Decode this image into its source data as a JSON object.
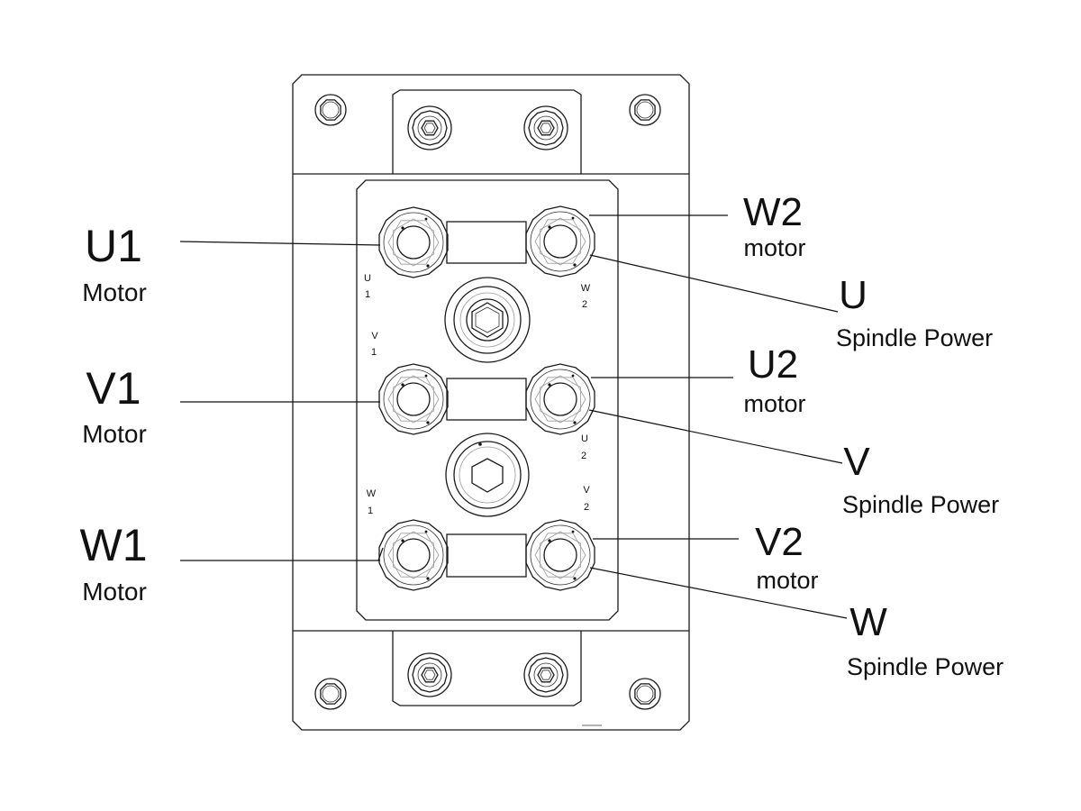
{
  "labels_left": [
    {
      "id": "u1",
      "name": "U1",
      "sub": "Motor"
    },
    {
      "id": "v1",
      "name": "V1",
      "sub": "Motor"
    },
    {
      "id": "w1",
      "name": "W1",
      "sub": "Motor"
    }
  ],
  "labels_right_motor": [
    {
      "id": "w2",
      "name": "W2",
      "sub": "motor"
    },
    {
      "id": "u2",
      "name": "U2",
      "sub": "motor"
    },
    {
      "id": "v2",
      "name": "V2",
      "sub": "motor"
    }
  ],
  "labels_right_spindle": [
    {
      "id": "u",
      "name": "U",
      "sub": "Spindle Power"
    },
    {
      "id": "v",
      "name": "V",
      "sub": "Spindle Power"
    },
    {
      "id": "w",
      "name": "W",
      "sub": "Spindle Power"
    }
  ],
  "terminal_marks": {
    "u1": [
      "U",
      "1"
    ],
    "w2": [
      "W",
      "2"
    ],
    "v1": [
      "V",
      "1"
    ],
    "u2": [
      "U",
      "2"
    ],
    "w1": [
      "W",
      "1"
    ],
    "v2": [
      "V",
      "2"
    ]
  }
}
